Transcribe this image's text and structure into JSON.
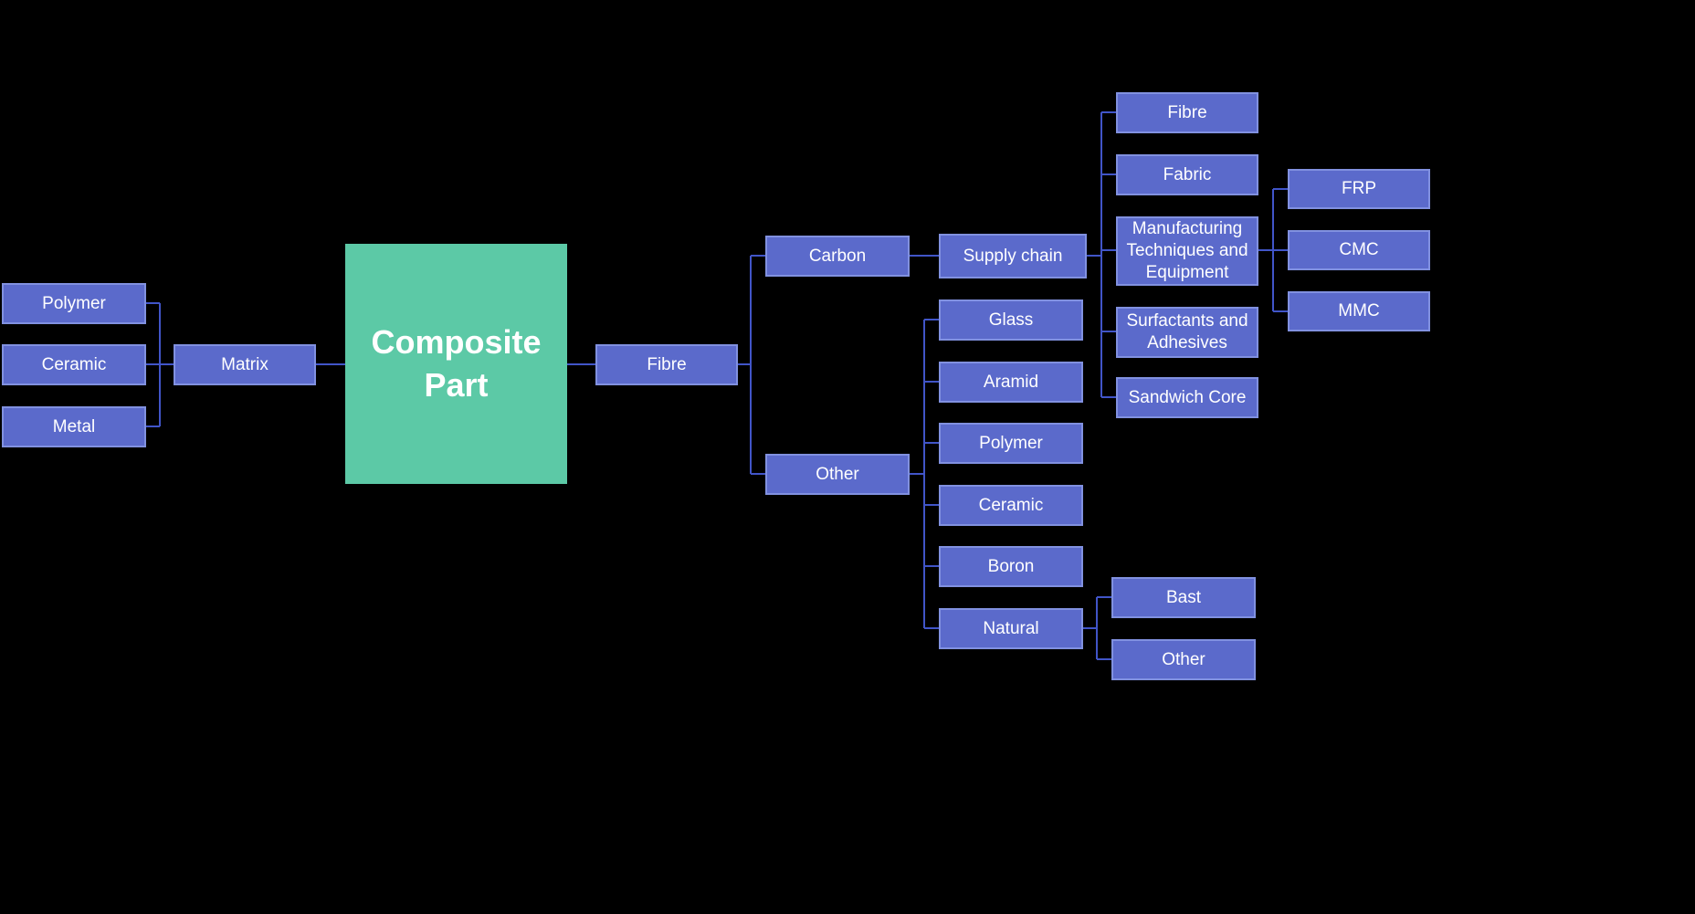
{
  "diagram": {
    "title": "Composite Part diagram",
    "colors": {
      "background": "#000000",
      "node_fill": "#5b6acb",
      "node_border": "#8191e0",
      "node_text": "#ffffff",
      "center_fill": "#5cc9a6",
      "center_text": "#ffffff",
      "connector": "#4155c8"
    },
    "nodes": {
      "root": {
        "label": "Composite Part"
      },
      "matrix": {
        "label": "Matrix"
      },
      "matrix_polymer": {
        "label": "Polymer"
      },
      "matrix_ceramic": {
        "label": "Ceramic"
      },
      "matrix_metal": {
        "label": "Metal"
      },
      "fibre": {
        "label": "Fibre"
      },
      "carbon": {
        "label": "Carbon"
      },
      "supply_chain": {
        "label": "Supply chain"
      },
      "supply_fibre": {
        "label": "Fibre"
      },
      "supply_fabric": {
        "label": "Fabric"
      },
      "supply_manufacturing": {
        "label": "Manufacturing Techniques and Equipment"
      },
      "supply_surfactants": {
        "label": "Surfactants and Adhesives"
      },
      "supply_sandwich_core": {
        "label": "Sandwich Core"
      },
      "frp": {
        "label": "FRP"
      },
      "cmc": {
        "label": "CMC"
      },
      "mmc": {
        "label": "MMC"
      },
      "fibre_other": {
        "label": "Other"
      },
      "other_glass": {
        "label": "Glass"
      },
      "other_aramid": {
        "label": "Aramid"
      },
      "other_polymer": {
        "label": "Polymer"
      },
      "other_ceramic": {
        "label": "Ceramic"
      },
      "other_boron": {
        "label": "Boron"
      },
      "other_natural": {
        "label": "Natural"
      },
      "natural_bast": {
        "label": "Bast"
      },
      "natural_other": {
        "label": "Other"
      }
    }
  }
}
